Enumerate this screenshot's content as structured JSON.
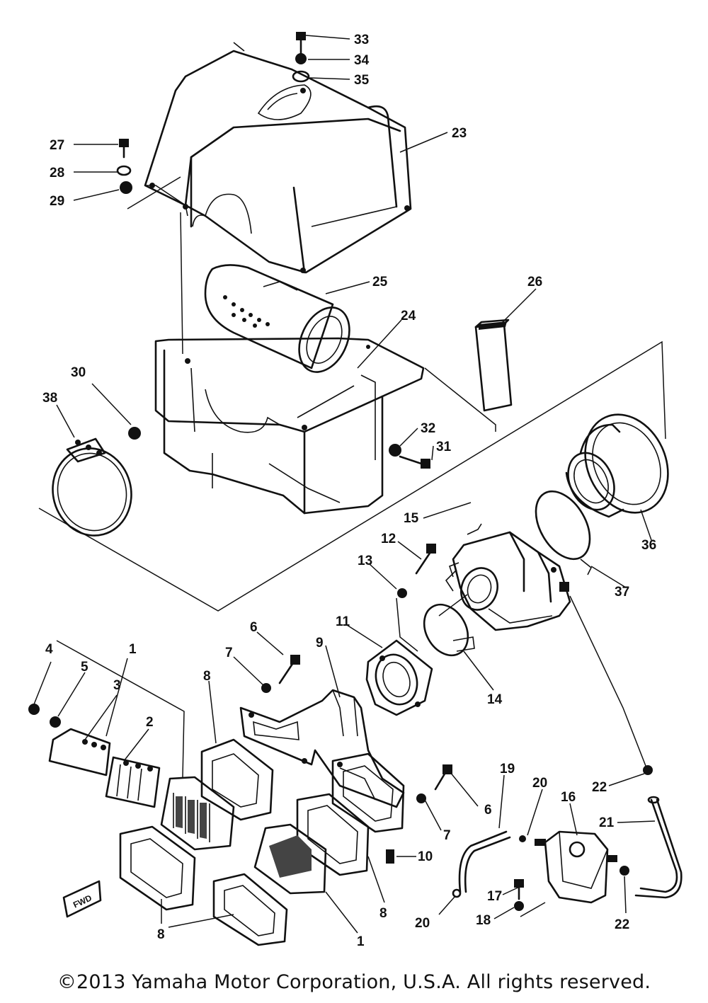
{
  "diagram": {
    "callouts": [
      {
        "id": "c33",
        "label": "33"
      },
      {
        "id": "c34",
        "label": "34"
      },
      {
        "id": "c35",
        "label": "35"
      },
      {
        "id": "c23",
        "label": "23"
      },
      {
        "id": "c27",
        "label": "27"
      },
      {
        "id": "c28",
        "label": "28"
      },
      {
        "id": "c29",
        "label": "29"
      },
      {
        "id": "c25",
        "label": "25"
      },
      {
        "id": "c24",
        "label": "24"
      },
      {
        "id": "c26",
        "label": "26"
      },
      {
        "id": "c30",
        "label": "30"
      },
      {
        "id": "c38",
        "label": "38"
      },
      {
        "id": "c32",
        "label": "32"
      },
      {
        "id": "c31",
        "label": "31"
      },
      {
        "id": "c15",
        "label": "15"
      },
      {
        "id": "c36",
        "label": "36"
      },
      {
        "id": "c37",
        "label": "37"
      },
      {
        "id": "c12",
        "label": "12"
      },
      {
        "id": "c13",
        "label": "13"
      },
      {
        "id": "c11",
        "label": "11"
      },
      {
        "id": "c6a",
        "label": "6"
      },
      {
        "id": "c7a",
        "label": "7"
      },
      {
        "id": "c9",
        "label": "9"
      },
      {
        "id": "c14",
        "label": "14"
      },
      {
        "id": "c8a",
        "label": "8"
      },
      {
        "id": "c4",
        "label": "4"
      },
      {
        "id": "c5",
        "label": "5"
      },
      {
        "id": "c1a",
        "label": "1"
      },
      {
        "id": "c3",
        "label": "3"
      },
      {
        "id": "c2",
        "label": "2"
      },
      {
        "id": "c6b",
        "label": "6"
      },
      {
        "id": "c7b",
        "label": "7"
      },
      {
        "id": "c10",
        "label": "10"
      },
      {
        "id": "c8b",
        "label": "8"
      },
      {
        "id": "c8c",
        "label": "8"
      },
      {
        "id": "c1b",
        "label": "1"
      },
      {
        "id": "c19",
        "label": "19"
      },
      {
        "id": "c20a",
        "label": "20"
      },
      {
        "id": "c16",
        "label": "16"
      },
      {
        "id": "c22a",
        "label": "22"
      },
      {
        "id": "c21",
        "label": "21"
      },
      {
        "id": "c17",
        "label": "17"
      },
      {
        "id": "c18",
        "label": "18"
      },
      {
        "id": "c20b",
        "label": "20"
      },
      {
        "id": "c22b",
        "label": "22"
      }
    ],
    "fwd_mark": "FWD"
  },
  "copyright": "©2013 Yamaha Motor Corporation, U.S.A. All rights reserved."
}
